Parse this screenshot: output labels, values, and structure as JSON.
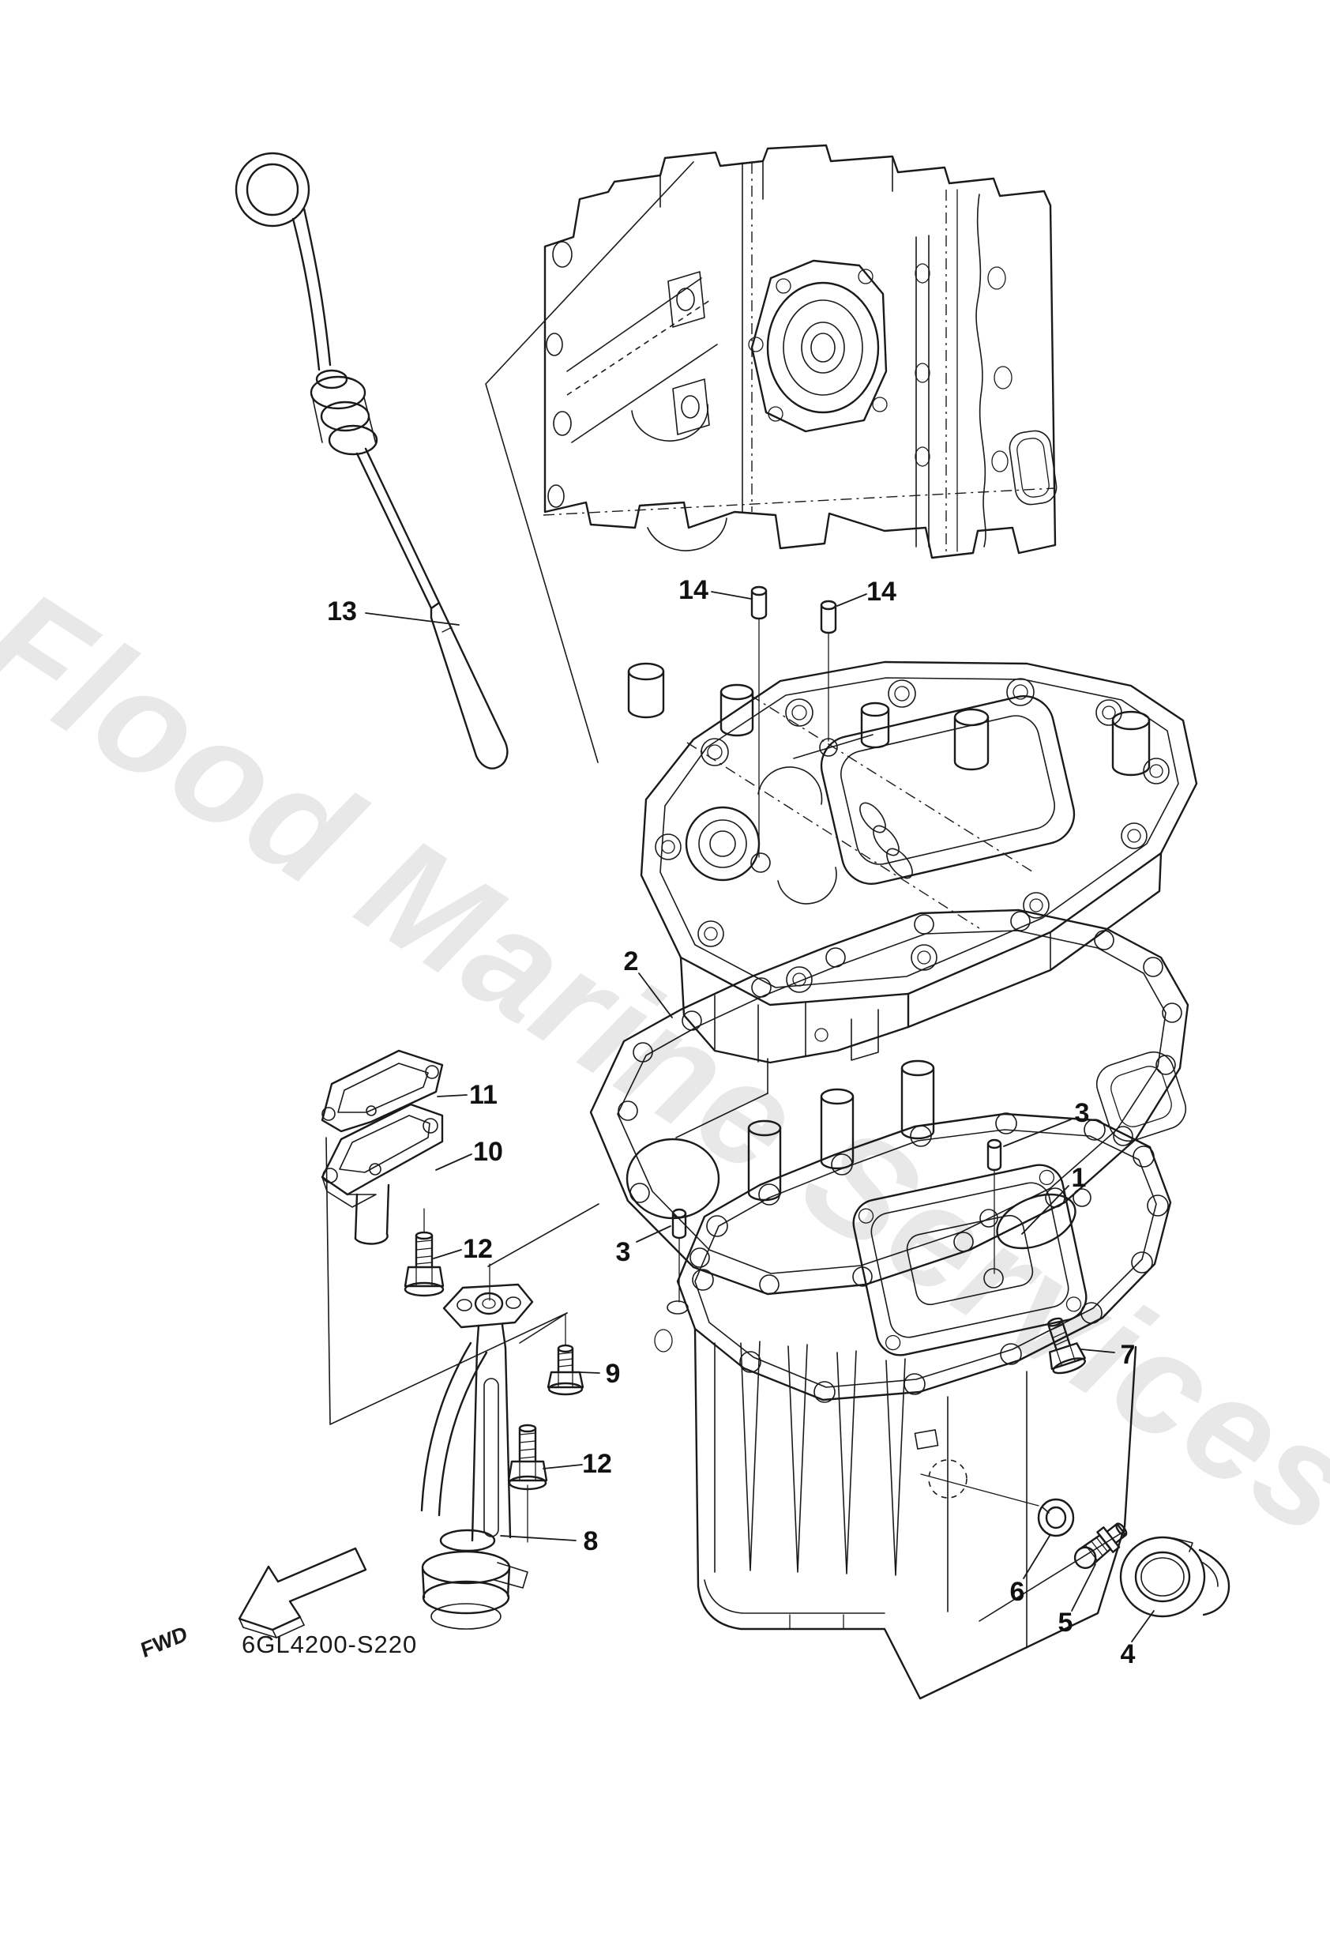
{
  "watermark": {
    "text": "Flood Marine Services",
    "color": "#e8e8e8"
  },
  "diagram_code": "6GL4200-S220",
  "fwd_arrow": {
    "label": "FWD"
  },
  "line_color": "#1a1a1a",
  "background": "#ffffff",
  "callouts": [
    {
      "text": "13"
    },
    {
      "text": "14"
    },
    {
      "text": "14"
    },
    {
      "text": "2"
    },
    {
      "text": "11"
    },
    {
      "text": "10"
    },
    {
      "text": "12"
    },
    {
      "text": "3"
    },
    {
      "text": "9"
    },
    {
      "text": "12"
    },
    {
      "text": "8"
    },
    {
      "text": "3"
    },
    {
      "text": "1"
    },
    {
      "text": "7"
    },
    {
      "text": "6"
    },
    {
      "text": "5"
    },
    {
      "text": "4"
    }
  ]
}
